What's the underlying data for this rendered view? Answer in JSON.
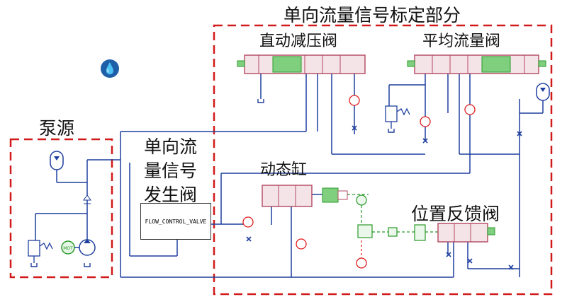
{
  "labels": {
    "calibration_section": "单向流量信号标定部分",
    "direct_pressure_valve": "直动减压阀",
    "avg_flow_valve": "平均流量阀",
    "pump_source": "泵源",
    "signal_valve_1": "单向流",
    "signal_valve_2": "量信号",
    "signal_valve_3": "发生阀",
    "dynamic_cylinder": "动态缸",
    "position_feedback_valve": "位置反馈阀",
    "flow_control_valve": "FLOW_CONTROL_VALVE",
    "motor_label": "MOT"
  },
  "icons": [
    "hydraulic-drop-icon"
  ],
  "colors": {
    "dashed_border": "#d11a1a",
    "hydraulic_line": "#1f3f9e",
    "signal_line": "#2a9a2a",
    "valve_body": "#b3485f",
    "valve_fill": "#f4e4e8",
    "sensor": "#e01c1c"
  }
}
